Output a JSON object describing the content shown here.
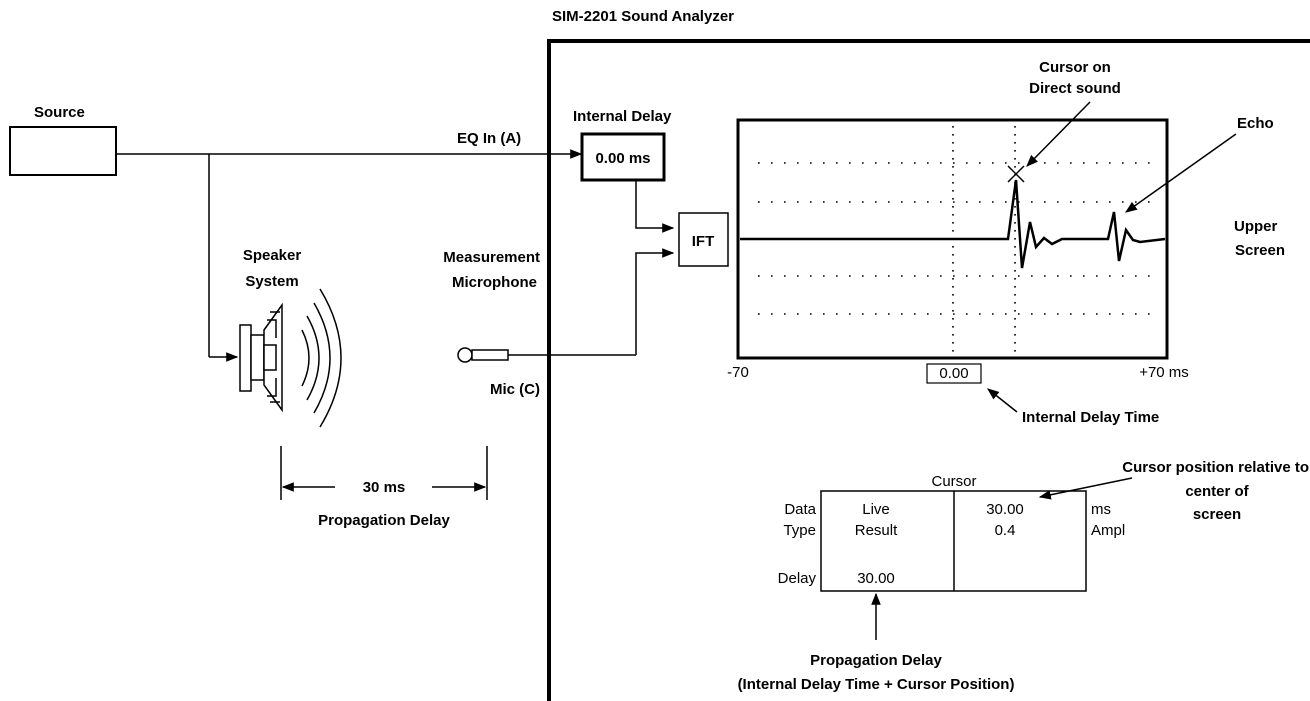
{
  "analyzer": {
    "title": "SIM-2201 Sound Analyzer"
  },
  "source": {
    "label": "Source"
  },
  "eq_in": {
    "label": "EQ In (A)"
  },
  "internal_delay": {
    "label": "Internal Delay",
    "value": "0.00 ms"
  },
  "ift": {
    "label": "IFT"
  },
  "speaker": {
    "label_line1": "Speaker",
    "label_line2": "System"
  },
  "microphone": {
    "label_line1": "Measurement",
    "label_line2": "Microphone",
    "input_label": "Mic (C)"
  },
  "propagation": {
    "time": "30 ms",
    "label": "Propagation Delay"
  },
  "screen": {
    "axis_left": "-70",
    "axis_right": "+70 ms",
    "center_value": "0.00",
    "upper_screen_line1": "Upper",
    "upper_screen_line2": "Screen",
    "cursor_callout_line1": "Cursor on",
    "cursor_callout_line2": "Direct sound",
    "echo_callout": "Echo",
    "internal_delay_time_callout": "Internal Delay Time"
  },
  "readout": {
    "data_label": "Data",
    "type_label": "Type",
    "delay_label": "Delay",
    "live": "Live",
    "result": "Result",
    "delay_value": "30.00",
    "cursor_header": "Cursor",
    "cursor_time": "30.00",
    "cursor_ampl": "0.4",
    "unit_ms": "ms",
    "unit_ampl": "Ampl",
    "cursor_note_line1": "Cursor position relative to",
    "cursor_note_line2": "center of",
    "cursor_note_line3": "screen"
  },
  "bottom_note": {
    "line1": "Propagation Delay",
    "line2": "(Internal Delay Time + Cursor Position)"
  }
}
